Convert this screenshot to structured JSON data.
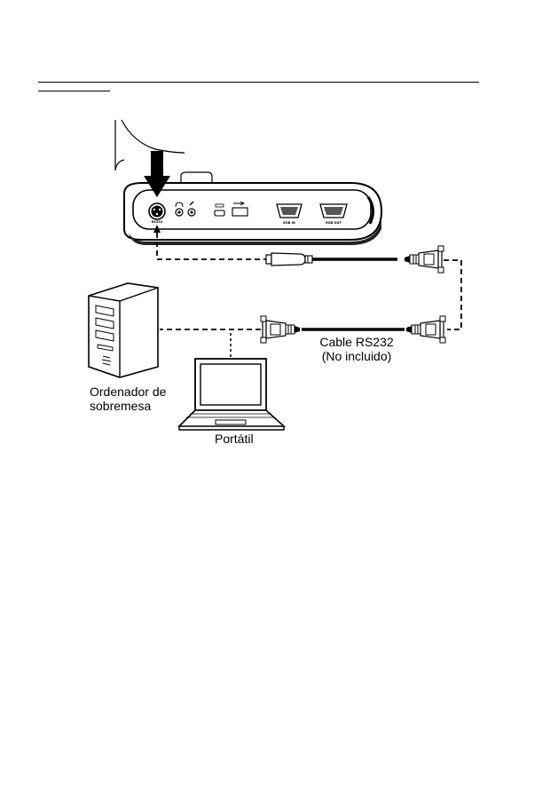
{
  "diagram": {
    "labels": {
      "port_rs232": "RS232",
      "port_vga_in": "RGB IN",
      "port_vga_out": "RGB OUT",
      "cable": "Cable RS232",
      "cable_note": "(No incluido)",
      "desktop_line1": "Ordenador de",
      "desktop_line2": "sobremesa",
      "laptop": "Portátil"
    },
    "icons": [
      "down-arrow-icon",
      "headphone-icon",
      "microphone-icon",
      "mini-usb-icon",
      "usb-icon",
      "vga-port-icon",
      "db9-connector-icon",
      "mini-din-plug-icon",
      "desktop-tower-icon",
      "laptop-icon"
    ]
  }
}
